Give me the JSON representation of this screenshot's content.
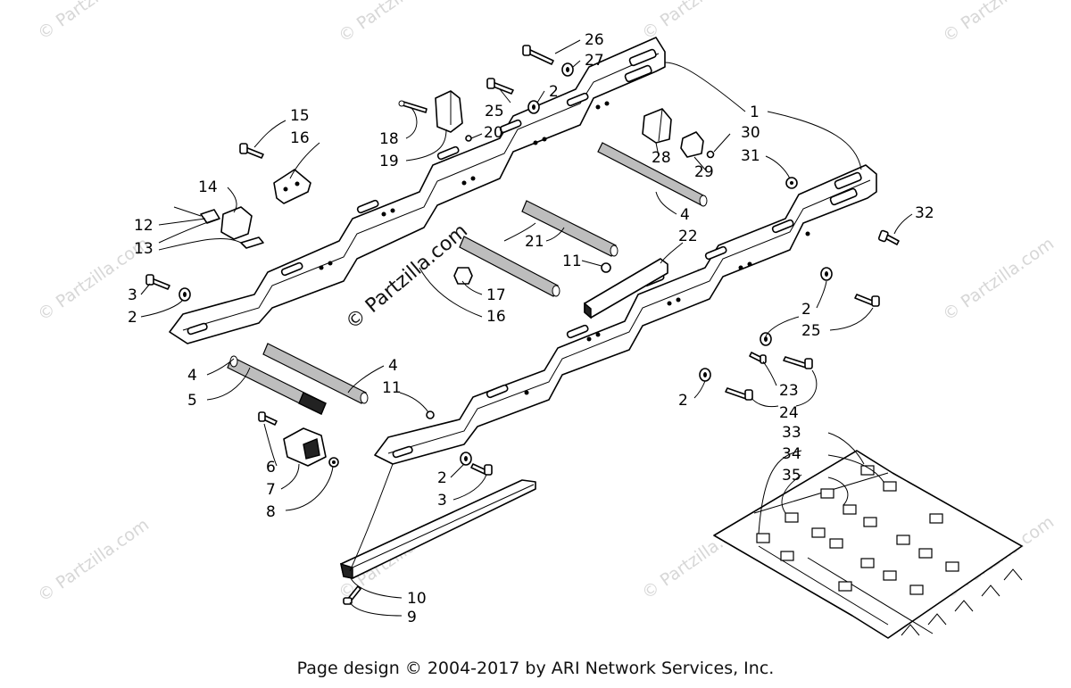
{
  "watermark": {
    "text": "© Partzilla.com",
    "main_text": "© Partzilla.com"
  },
  "callouts": {
    "c1": "1",
    "c2a": "2",
    "c2b": "2",
    "c2c": "2",
    "c2d": "2",
    "c2e": "2",
    "c3a": "3",
    "c3b": "3",
    "c4a": "4",
    "c4b": "4",
    "c4c": "4",
    "c5": "5",
    "c6": "6",
    "c7": "7",
    "c8": "8",
    "c9": "9",
    "c10": "10",
    "c11a": "11",
    "c11b": "11",
    "c12": "12",
    "c13": "13",
    "c14": "14",
    "c15": "15",
    "c16a": "16",
    "c16b": "16",
    "c17": "17",
    "c18": "18",
    "c19": "19",
    "c20": "20",
    "c21": "21",
    "c22": "22",
    "c23": "23",
    "c24": "24",
    "c25a": "25",
    "c25b": "25",
    "c26": "26",
    "c27": "27",
    "c28": "28",
    "c29": "29",
    "c30": "30",
    "c31": "31",
    "c32": "32",
    "c33": "33",
    "c34": "34",
    "c35": "35"
  },
  "footer": {
    "text": "Page design © 2004-2017 by ARI Network Services, Inc."
  }
}
